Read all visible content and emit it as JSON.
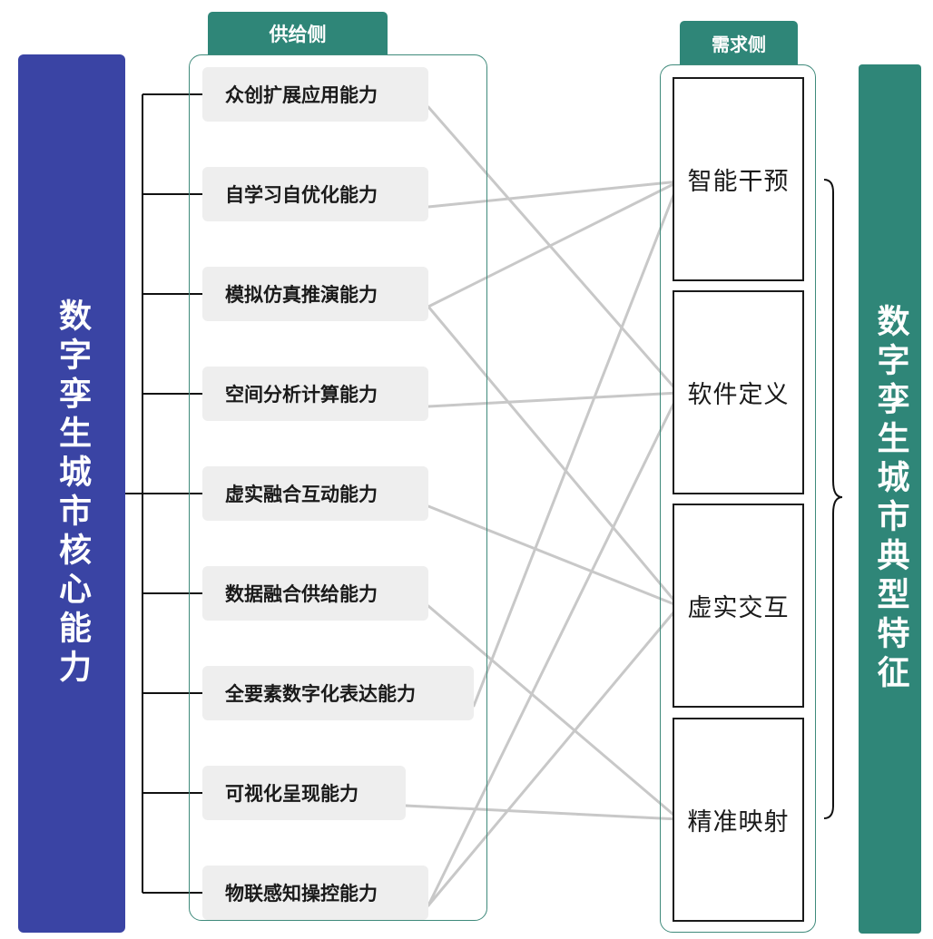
{
  "left_title": "数字孪生城市核心能力",
  "right_title": "数字孪生城市典型特征",
  "supply_tab": "供给侧",
  "demand_tab": "需求侧",
  "capabilities": [
    "众创扩展应用能力",
    "自学习自优化能力",
    "模拟仿真推演能力",
    "空间分析计算能力",
    "虚实融合互动能力",
    "数据融合供给能力",
    "全要素数字化表达能力",
    "可视化呈现能力",
    "物联感知操控能力"
  ],
  "features": [
    "智能干预",
    "软件定义",
    "虚实交互",
    "精准映射"
  ],
  "connections": [
    [
      0,
      1
    ],
    [
      1,
      0
    ],
    [
      2,
      0
    ],
    [
      2,
      2
    ],
    [
      3,
      1
    ],
    [
      4,
      2
    ],
    [
      5,
      3
    ],
    [
      6,
      0
    ],
    [
      7,
      3
    ],
    [
      8,
      1
    ],
    [
      8,
      2
    ]
  ],
  "colors": {
    "core_bar": "#3a44a4",
    "feature_bar": "#2f8678",
    "tab": "#2f8678",
    "frame_border": "#3f8a7b",
    "connector": "#c8c8c8"
  }
}
